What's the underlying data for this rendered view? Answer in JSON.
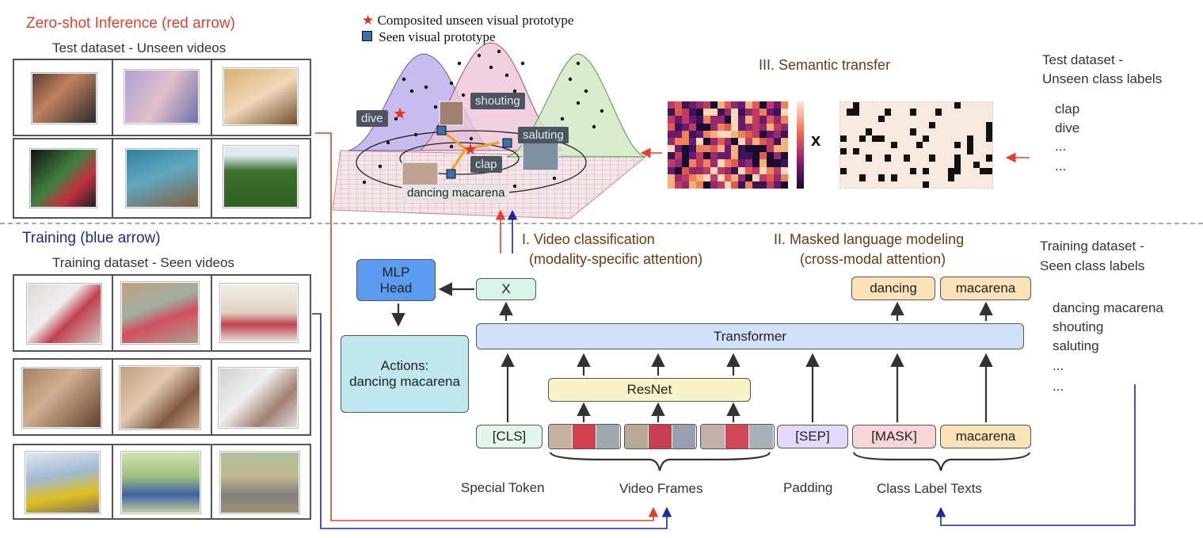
{
  "headers": {
    "zero_shot": "Zero-shot Inference (red arrow)",
    "test_videos": "Test dataset - Unseen videos",
    "training": "Training (blue arrow)",
    "train_videos": "Training dataset - Seen videos"
  },
  "legend": {
    "composited": "Composited unseen visual prototype",
    "seen": "Seen visual prototype"
  },
  "plot_labels": {
    "dive": "dive",
    "shouting": "shouting",
    "saluting": "saluting",
    "clap": "clap",
    "dancing": "dancing macarena"
  },
  "semantic": {
    "title": "III. Semantic transfer",
    "times": "x"
  },
  "test_labels": {
    "title_line1": "Test dataset -",
    "title_line2": "Unseen class labels",
    "items": [
      "clap",
      "dive",
      "...",
      "..."
    ]
  },
  "stage_labels": {
    "video_cls_1": "I. Video classification",
    "video_cls_2": "(modality-specific attention)",
    "mlm_1": "II. Masked language modeling",
    "mlm_2": "(cross-modal attention)"
  },
  "train_labels": {
    "title_line1": "Training dataset -",
    "title_line2": "Seen class labels",
    "items": [
      "dancing macarena",
      "shouting",
      "saluting",
      "...",
      "..."
    ]
  },
  "model": {
    "mlp_line1": "MLP",
    "mlp_line2": "Head",
    "x_token": "X",
    "transformer": "Transformer",
    "actions_line1": "Actions:",
    "actions_line2": "dancing macarena",
    "resnet": "ResNet",
    "out_dancing": "dancing",
    "out_macarena": "macarena",
    "cls": "[CLS]",
    "sep": "[SEP]",
    "mask": "[MASK]",
    "in_macarena": "macarena"
  },
  "captions": {
    "special": "Special Token",
    "frames": "Video Frames",
    "padding": "Padding",
    "class_texts": "Class Label Texts"
  },
  "colors": {
    "red_arrow": "#e04030",
    "blue_arrow": "#1a2a9a",
    "mlp": "#5b9cf0",
    "x_token": "#d8f5e8",
    "transformer": "#d0e2f8",
    "actions": "#bfe7ee",
    "resnet": "#f8f2c8",
    "cls": "#e2f6ea",
    "sep": "#e6d8fa",
    "mask": "#f8d6d8",
    "word": "#fbe2b8"
  }
}
